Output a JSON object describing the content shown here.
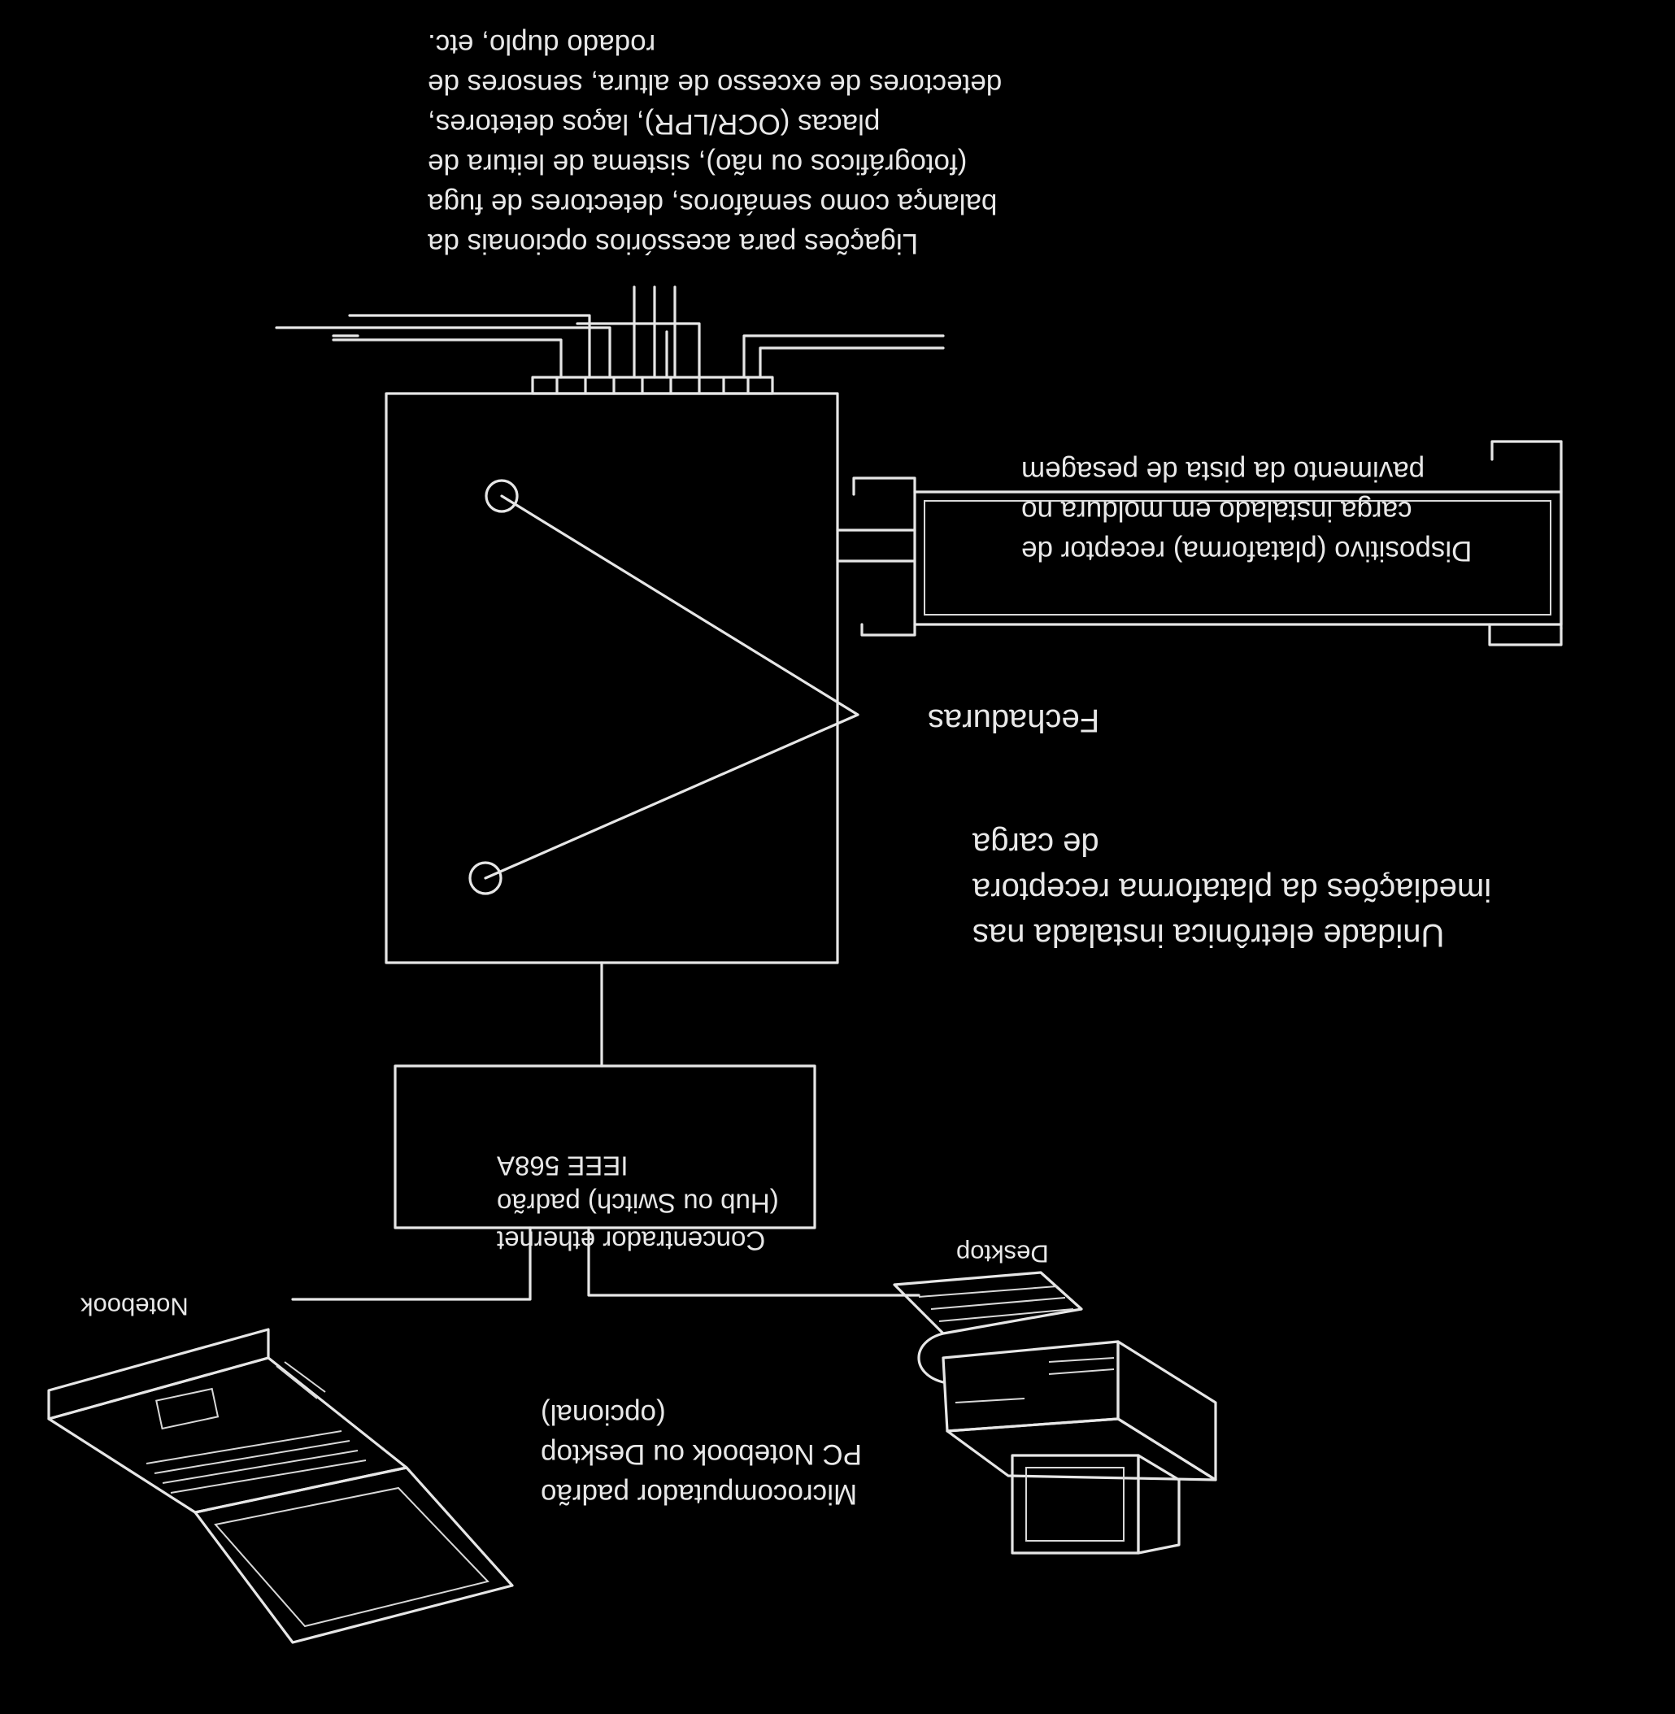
{
  "labels": {
    "top": [
      "Ligações para acessórios opcionais da",
      "balança como semáforos, detectores de fuga",
      "(fotográficos ou não), sistema de leitura de",
      "placas (OCR/LPR), laços detetores,",
      "detectores de excesso de altura, sensores de",
      "rodado duplo, etc."
    ],
    "platform": [
      "Dispositivo (plataforma) receptor de",
      "carga instalado em moldura no",
      "pavimento da pista de pesagem"
    ],
    "fechaduras": "Fechaduras",
    "unidade": [
      "Unidade eletrônica instalada nas",
      "imediações da plataforma receptora",
      "de carga"
    ],
    "hub": [
      "Concentrador ethernet",
      "(Hub ou Switch) padrão",
      "IEEE 568A"
    ],
    "desktop": "Desktop",
    "notebook": "Notebook",
    "micro": [
      "Microcomputador padrão",
      "PC Notebook ou Desktop",
      "(opcional)"
    ]
  }
}
